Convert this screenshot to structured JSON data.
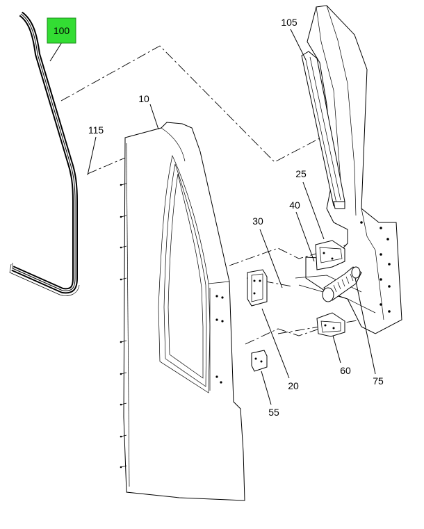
{
  "colors": {
    "highlight": "#33dd33",
    "line": "#000000",
    "background": "#ffffff"
  },
  "callouts": {
    "c100": "100",
    "c105": "105",
    "c10": "10",
    "c115": "115",
    "c25": "25",
    "c40": "40",
    "c30": "30",
    "c20": "20",
    "c55": "55",
    "c60": "60",
    "c75": "75"
  }
}
